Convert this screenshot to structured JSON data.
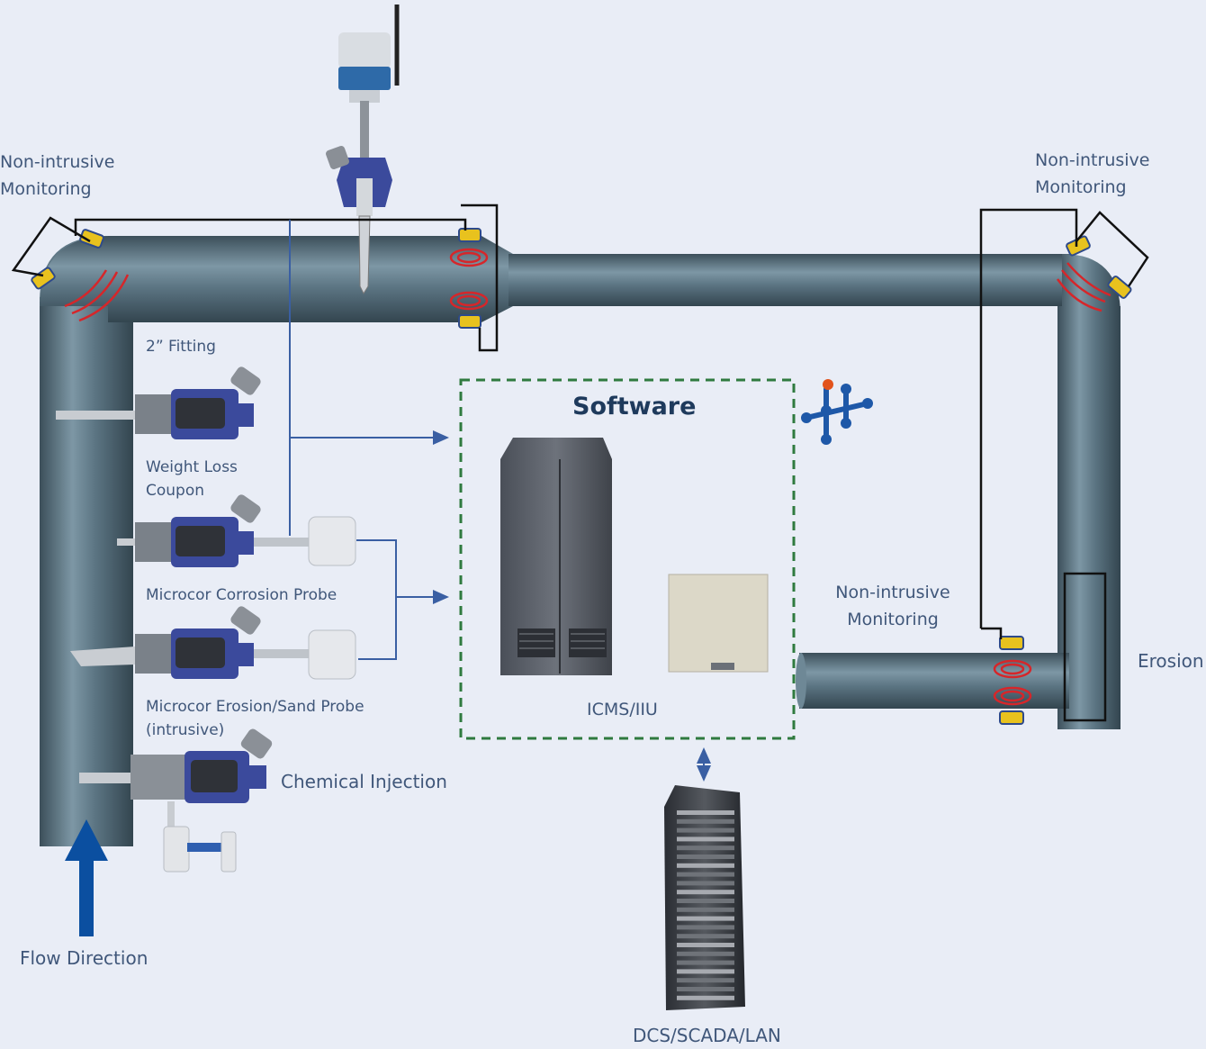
{
  "labels": {
    "nim_top_left": [
      "Non-intrusive",
      "Monitoring"
    ],
    "nim_top_right": [
      "Non-intrusive",
      "Monitoring"
    ],
    "nim_mid_right": [
      "Non-intrusive",
      "Monitoring"
    ],
    "fitting": "2” Fitting",
    "weight_loss": [
      "Weight Loss",
      "Coupon"
    ],
    "corrosion_probe": "Microcor Corrosion Probe",
    "erosion_probe": [
      "Microcor Erosion/Sand Probe",
      "(intrusive)"
    ],
    "chemical_injection": "Chemical Injection",
    "flow_direction": "Flow Direction",
    "software": "Software",
    "icms": "ICMS/IIU",
    "erosion": "Erosion",
    "dcs": "DCS/SCADA/LAN"
  },
  "colors": {
    "background": "#e9edf6",
    "pipe": "#4f6673",
    "label_text": "#40577a",
    "flow_arrow": "#0b4fa0",
    "software_border": "#2f7a3f",
    "signal_rings": "#d6262a",
    "sensor": "#e8c21e",
    "connector_line": "#3a5fa3"
  },
  "icons": [
    "network-logo-icon",
    "flow-arrow-icon",
    "bidirectional-arrow-icon"
  ]
}
